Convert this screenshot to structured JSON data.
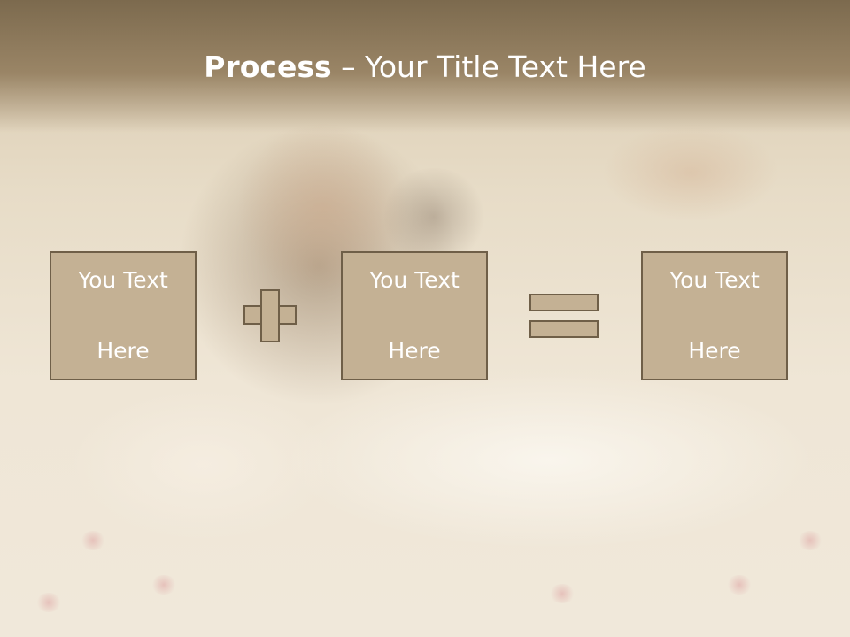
{
  "title": {
    "bold": "Process",
    "separator": " – ",
    "rest": "Your Title Text Here"
  },
  "boxes": [
    {
      "line1": "You Text",
      "line2": "Here"
    },
    {
      "line1": "You Text",
      "line2": "Here"
    },
    {
      "line1": "You Text",
      "line2": "Here"
    }
  ],
  "operators": {
    "first": "plus-icon",
    "second": "equals-icon"
  },
  "colors": {
    "box_fill": "#c4b194",
    "box_border": "#6f5f48",
    "title_band": "#8a7759",
    "text": "#ffffff"
  }
}
